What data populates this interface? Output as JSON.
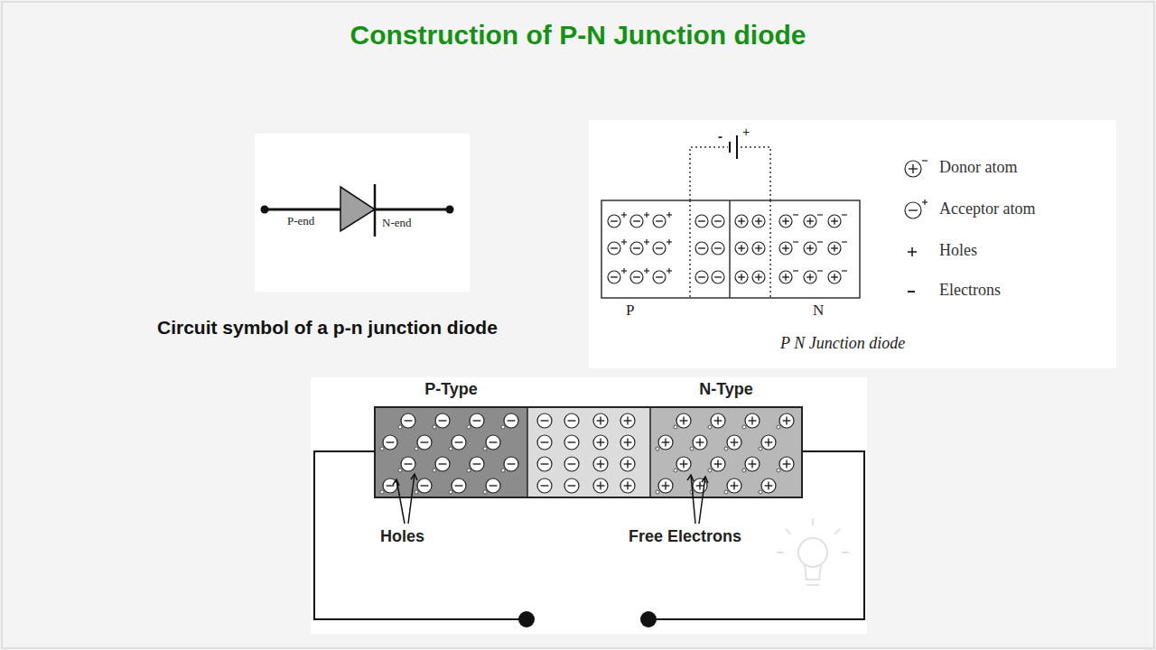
{
  "diagram": {
    "title": "Construction of P-N Junction diode",
    "caption": "Circuit symbol of a p-n junction diode",
    "nodes": [
      {
        "text": [
          "P-Type"
        ]
      },
      {
        "text": [
          "N-Type"
        ]
      }
    ],
    "labels": [
      "P-end",
      "N-end",
      "-",
      "+",
      "P",
      "N",
      "P N Junction diode",
      "Holes",
      "Free Electrons"
    ],
    "legend": [
      {
        "text": "Donor atom"
      },
      {
        "text": "Acceptor atom"
      },
      {
        "text": "Holes"
      },
      {
        "text": "Electrons"
      }
    ]
  }
}
